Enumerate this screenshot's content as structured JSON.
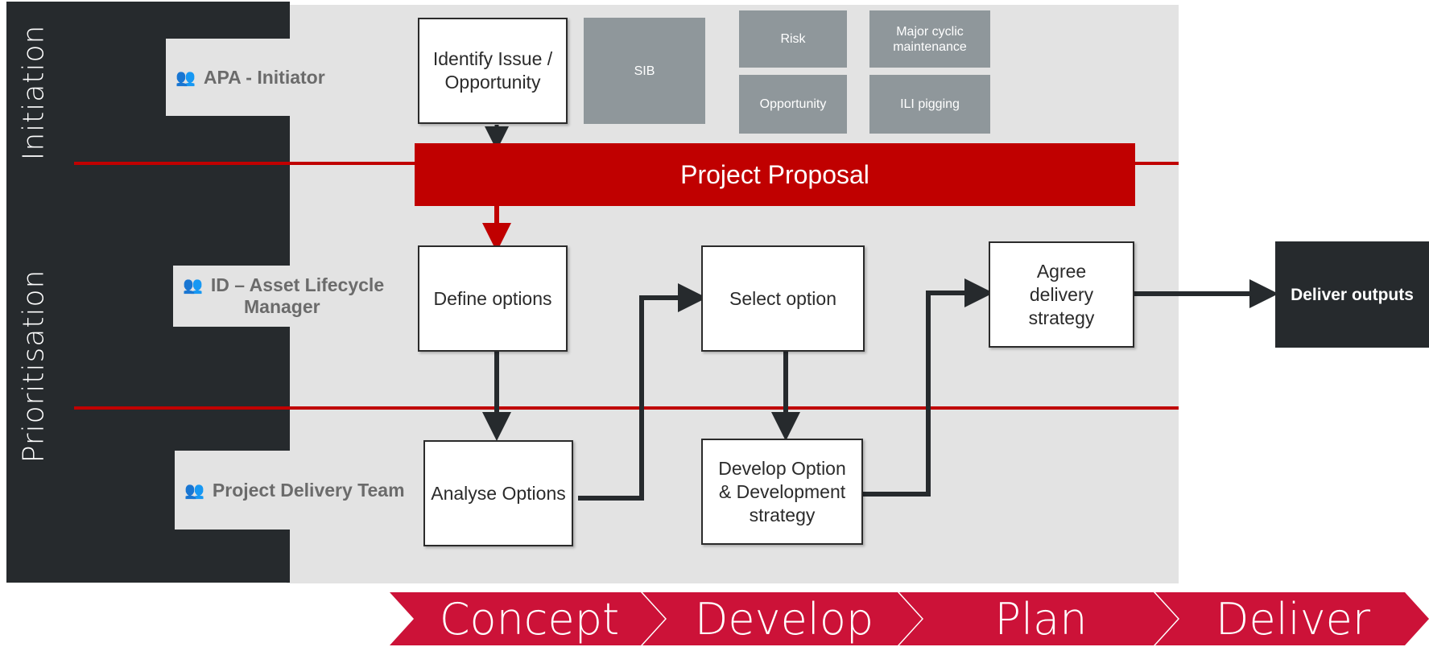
{
  "lanes": {
    "initiation": "Initiation",
    "prioritisation": "Prioritisation"
  },
  "roles": {
    "initiator": "APA - Initiator",
    "asset_manager_line1": "ID – Asset Lifecycle",
    "asset_manager_line2": "Manager",
    "delivery_team": "Project Delivery Team"
  },
  "boxes": {
    "identify": "Identify Issue / Opportunity",
    "define": "Define options",
    "analyse": "Analyse Options",
    "select": "Select option",
    "develop": "Develop Option & Development strategy",
    "agree": "Agree delivery strategy"
  },
  "sources": {
    "sib": "SIB",
    "risk": "Risk",
    "major_cyclic": "Major cyclic maintenance",
    "opportunity": "Opportunity",
    "ili": "ILI pigging"
  },
  "proposal": "Project Proposal",
  "deliver_outputs": "Deliver outputs",
  "stages": [
    "Concept",
    "Develop",
    "Plan",
    "Deliver"
  ],
  "colors": {
    "red": "#c00000",
    "stage_red": "#cc1238",
    "dark": "#262a2d",
    "panel": "#e3e3e3",
    "grey_box": "#8f979b"
  },
  "icons": {
    "role": "people-icon"
  }
}
